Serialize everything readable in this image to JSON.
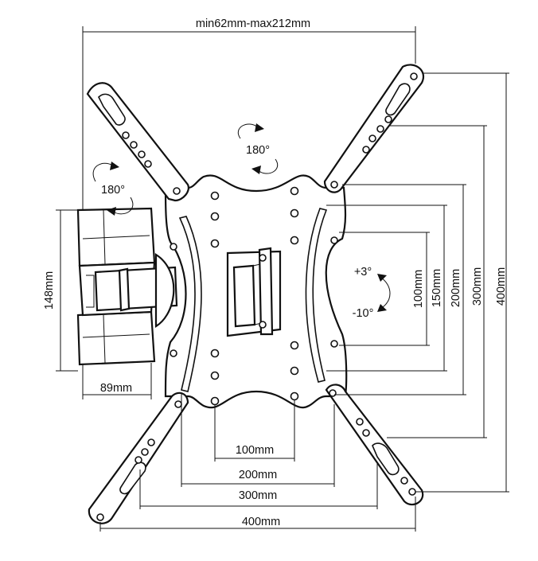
{
  "diagram": {
    "top_range_label": "min62mm-max212mm",
    "rotate_top_label": "180°",
    "rotate_left_label": "180°",
    "tilt_up_label": "+3°",
    "tilt_down_label": "-10°",
    "arm_height_label": "148mm",
    "arm_depth_label": "89mm",
    "horizontal_labels": [
      "100mm",
      "200mm",
      "300mm",
      "400mm"
    ],
    "vertical_labels": [
      "100mm",
      "150mm",
      "200mm",
      "300mm",
      "400mm"
    ]
  }
}
